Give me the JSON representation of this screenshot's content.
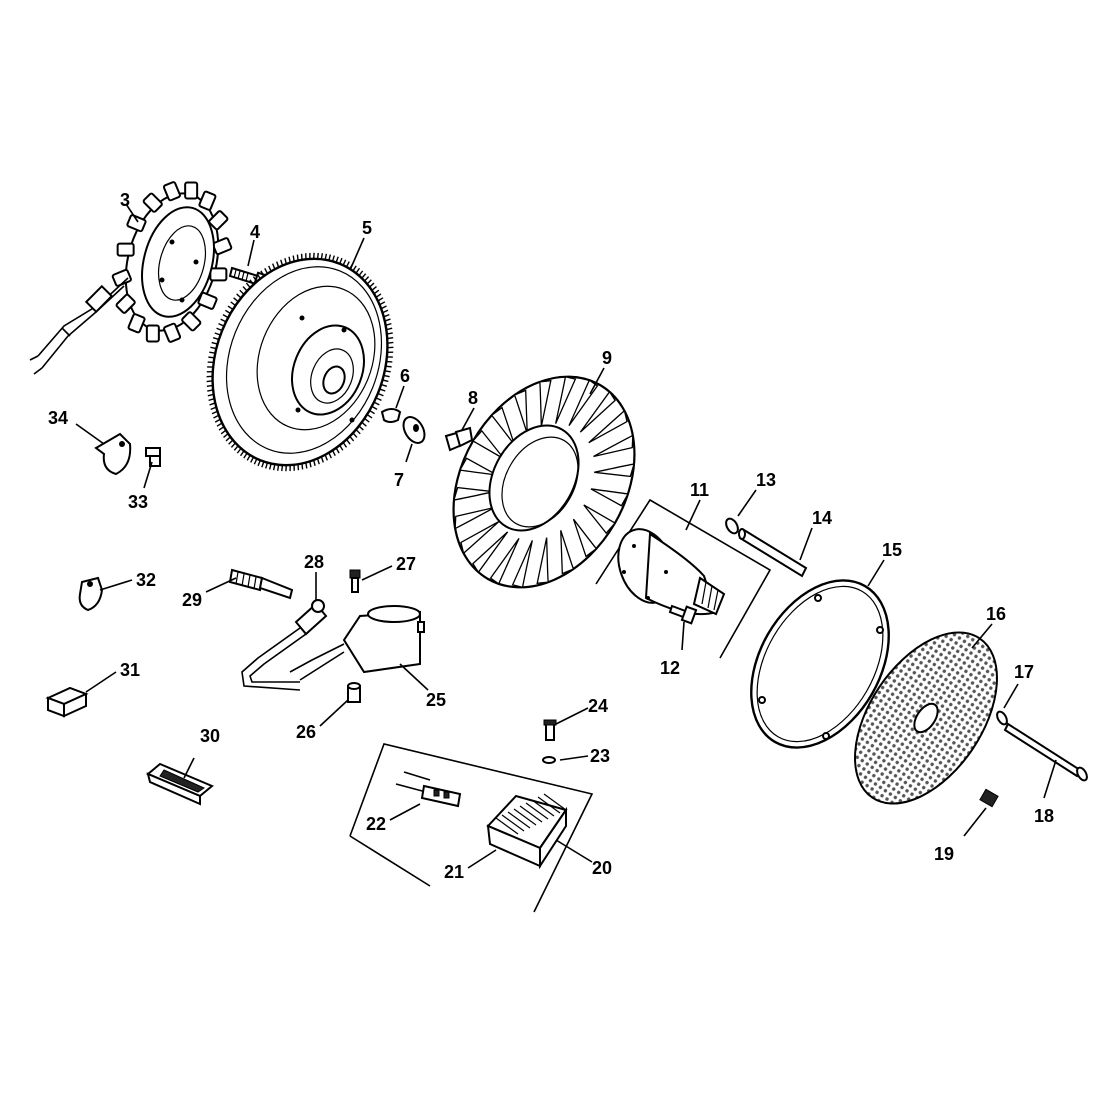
{
  "callouts": [
    {
      "id": "3",
      "label": "3"
    },
    {
      "id": "4",
      "label": "4"
    },
    {
      "id": "5",
      "label": "5"
    },
    {
      "id": "6",
      "label": "6"
    },
    {
      "id": "7",
      "label": "7"
    },
    {
      "id": "8",
      "label": "8"
    },
    {
      "id": "9",
      "label": "9"
    },
    {
      "id": "11",
      "label": "11"
    },
    {
      "id": "12",
      "label": "12"
    },
    {
      "id": "13",
      "label": "13"
    },
    {
      "id": "14",
      "label": "14"
    },
    {
      "id": "15",
      "label": "15"
    },
    {
      "id": "16",
      "label": "16"
    },
    {
      "id": "17",
      "label": "17"
    },
    {
      "id": "18",
      "label": "18"
    },
    {
      "id": "19",
      "label": "19"
    },
    {
      "id": "20",
      "label": "20"
    },
    {
      "id": "21",
      "label": "21"
    },
    {
      "id": "22",
      "label": "22"
    },
    {
      "id": "23",
      "label": "23"
    },
    {
      "id": "24",
      "label": "24"
    },
    {
      "id": "25",
      "label": "25"
    },
    {
      "id": "26",
      "label": "26"
    },
    {
      "id": "27",
      "label": "27"
    },
    {
      "id": "28",
      "label": "28"
    },
    {
      "id": "29",
      "label": "29"
    },
    {
      "id": "30",
      "label": "30"
    },
    {
      "id": "31",
      "label": "31"
    },
    {
      "id": "32",
      "label": "32"
    },
    {
      "id": "33",
      "label": "33"
    },
    {
      "id": "34",
      "label": "34"
    }
  ]
}
